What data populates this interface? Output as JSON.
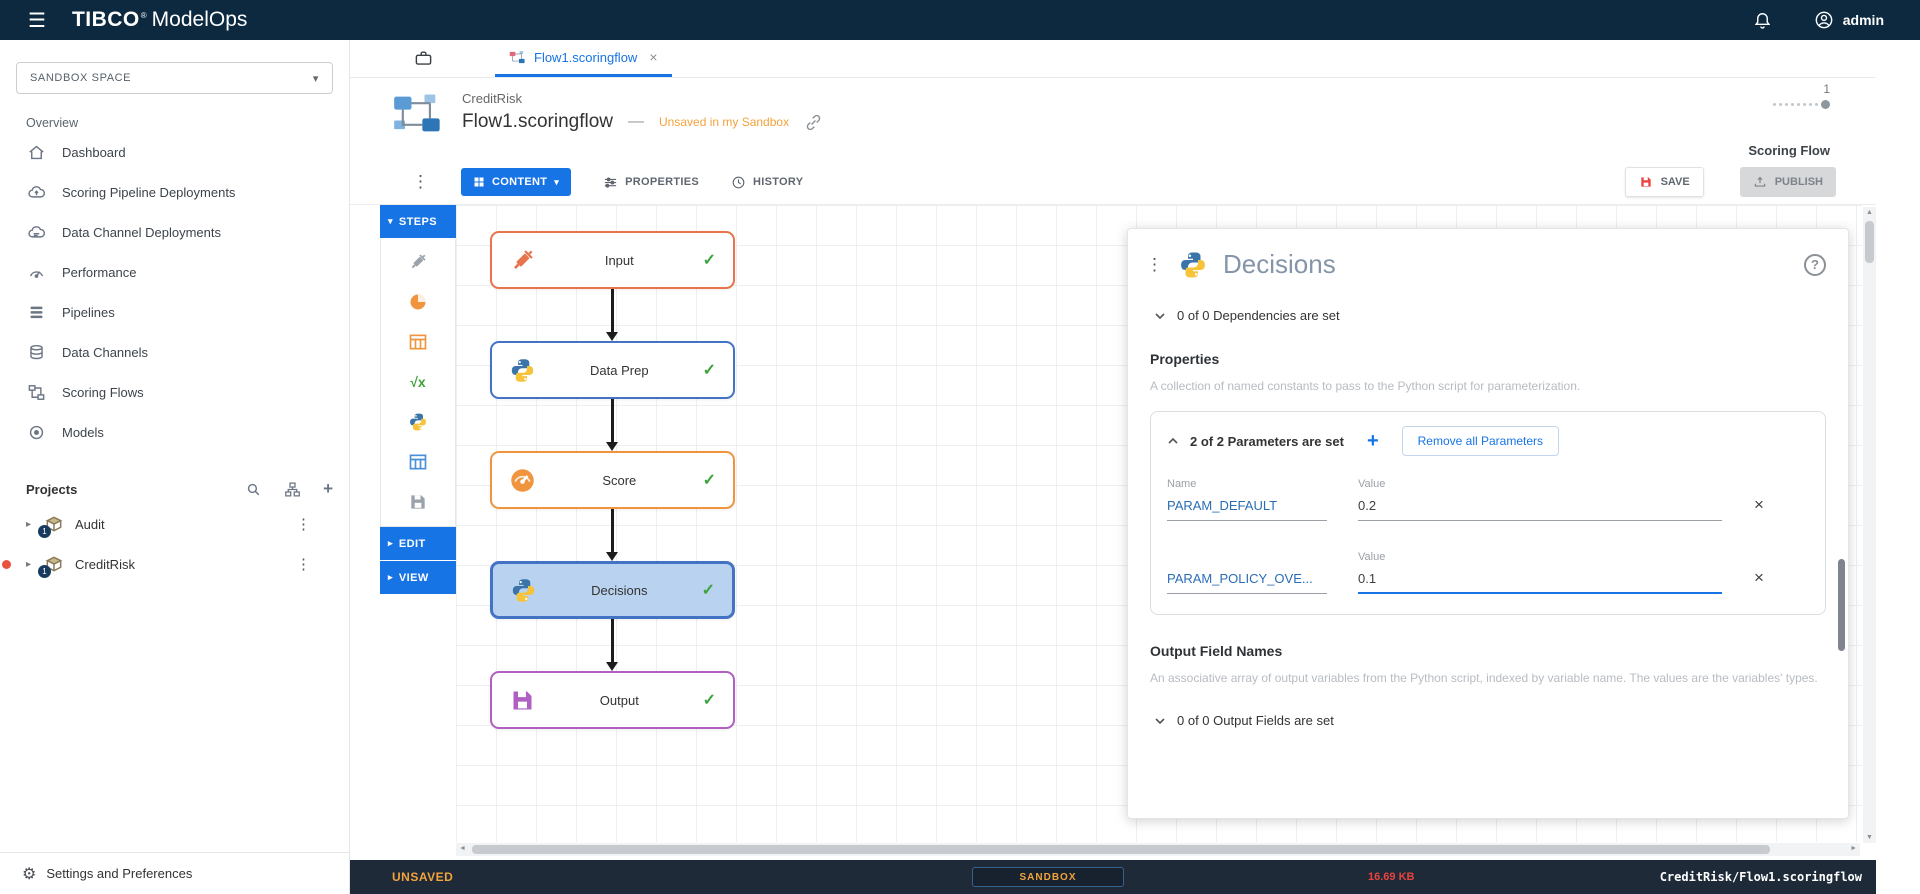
{
  "topbar": {
    "brand_tibco": "TIBCO",
    "brand_reg": "®",
    "brand_product": "ModelOps",
    "user": "admin"
  },
  "glyphs": {
    "hamburger": "☰",
    "caret_down": "▾",
    "tri_right": "▸",
    "tri_down": "▾",
    "kebab": "⋮",
    "close": "×",
    "check": "✓",
    "plus": "+",
    "gear": "⚙",
    "sqrt": "√x",
    "question": "?",
    "up_arrow": "▲",
    "down_arrow": "▼",
    "left_arrow": "◄",
    "right_arrow": "►"
  },
  "sidebar": {
    "space_selector": "SANDBOX SPACE",
    "overview_label": "Overview",
    "nav_items": [
      {
        "label": "Dashboard",
        "icon": "home-icon"
      },
      {
        "label": "Scoring Pipeline Deployments",
        "icon": "cloud-deploy-icon"
      },
      {
        "label": "Data Channel Deployments",
        "icon": "cloud-icon"
      },
      {
        "label": "Performance",
        "icon": "gauge-icon"
      },
      {
        "label": "Pipelines",
        "icon": "layers-icon"
      },
      {
        "label": "Data Channels",
        "icon": "database-icon"
      },
      {
        "label": "Scoring Flows",
        "icon": "flow-icon"
      },
      {
        "label": "Models",
        "icon": "model-icon"
      }
    ],
    "projects_label": "Projects",
    "projects": [
      {
        "name": "Audit",
        "badge": "1"
      },
      {
        "name": "CreditRisk",
        "badge": "1"
      }
    ],
    "settings_label": "Settings and Preferences"
  },
  "tabs": {
    "active_tab": "Flow1.scoringflow"
  },
  "header": {
    "project": "CreditRisk",
    "title": "Flow1.scoringflow",
    "separator": "—",
    "status": "Unsaved in my Sandbox",
    "version_badge": "1",
    "type_label": "Scoring Flow"
  },
  "toolbar": {
    "content_label": "CONTENT",
    "properties_label": "PROPERTIES",
    "history_label": "HISTORY",
    "save_label": "SAVE",
    "publish_label": "PUBLISH"
  },
  "palette": {
    "steps_label": "STEPS",
    "edit_label": "EDIT",
    "view_label": "VIEW",
    "step_icons": [
      "syringe-icon",
      "pie-chart-icon",
      "table-icon",
      "sqrt-icon",
      "python-icon",
      "table-icon",
      "save-icon"
    ]
  },
  "flow": {
    "nodes": [
      {
        "label": "Input",
        "icon": "syringe-icon",
        "color": "#e8744e",
        "selected": false
      },
      {
        "label": "Data Prep",
        "icon": "python-icon",
        "color": "#4472c4",
        "selected": false
      },
      {
        "label": "Score",
        "icon": "gauge-icon",
        "color": "#f0953e",
        "selected": false
      },
      {
        "label": "Decisions",
        "icon": "python-icon",
        "color": "#4472c4",
        "selected": true
      },
      {
        "label": "Output",
        "icon": "save-icon",
        "color": "#b05fc2",
        "selected": false
      }
    ]
  },
  "panel": {
    "title": "Decisions",
    "dependencies_summary": "0 of 0 Dependencies are set",
    "properties_heading": "Properties",
    "properties_description": "A collection of named constants to pass to the Python script for parameterization.",
    "parameters_summary": "2 of 2 Parameters are set",
    "remove_all_label": "Remove all Parameters",
    "name_label": "Name",
    "value_label": "Value",
    "parameters": [
      {
        "name": "PARAM_DEFAULT",
        "value": "0.2"
      },
      {
        "name": "PARAM_POLICY_OVE...",
        "value": "0.1"
      }
    ],
    "output_heading": "Output Field Names",
    "output_description": "An associative array of output variables from the Python script, indexed by variable name. The values are the variables' types.",
    "output_summary": "0 of 0 Output Fields are set"
  },
  "statusbar": {
    "left": "UNSAVED",
    "sandbox": "SANDBOX",
    "size": "16.69 KB",
    "path": "CreditRisk/Flow1.scoringflow"
  },
  "colors": {
    "topbar_bg": "#0d2940",
    "accent_blue": "#1774e5",
    "selected_node_fill": "#b9d2ef",
    "node_input": "#e8744e",
    "node_python": "#4472c4",
    "node_score": "#f0953e",
    "node_output": "#b05fc2",
    "check_green": "#3da33d",
    "unsaved_orange": "#f2a33c",
    "size_red": "#e8433f",
    "statusbar_bg": "#1e2a38"
  }
}
